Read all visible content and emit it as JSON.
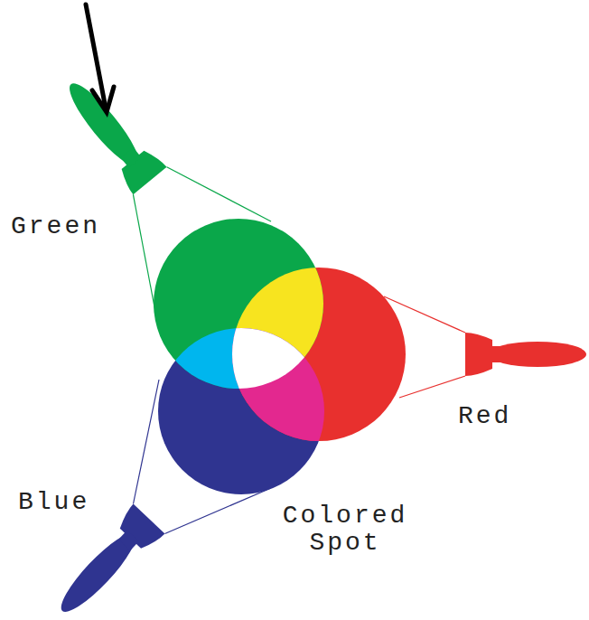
{
  "diagram": {
    "labels": [
      "Green",
      "Red",
      "Blue",
      "Colored Spot"
    ]
  }
}
